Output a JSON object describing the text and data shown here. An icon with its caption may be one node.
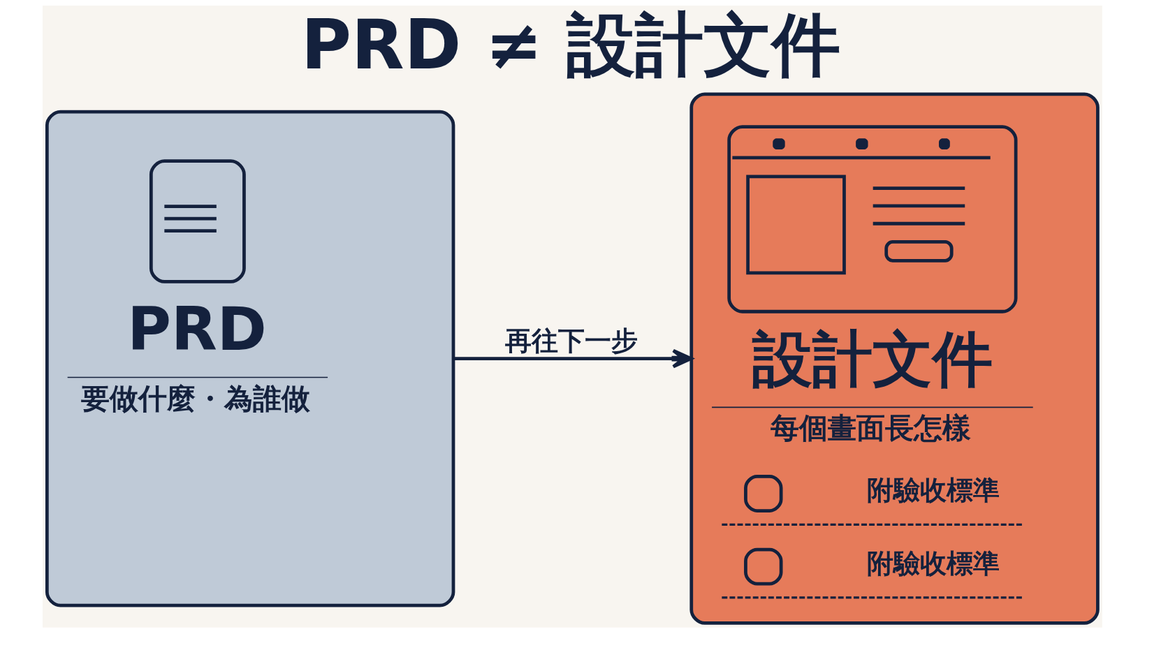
{
  "diagram": {
    "title": "PRD ≠ 設計文件",
    "nodes": [
      {
        "text": [
          "PRD",
          "要做什麼・為誰做"
        ]
      },
      {
        "text": [
          "設計文件",
          "每個畫面長怎樣",
          "附驗收標準",
          "附驗收標準"
        ]
      }
    ],
    "edges": [
      {
        "from": 0,
        "to": 1,
        "arrow": "to",
        "label": "再往下一步"
      }
    ]
  }
}
